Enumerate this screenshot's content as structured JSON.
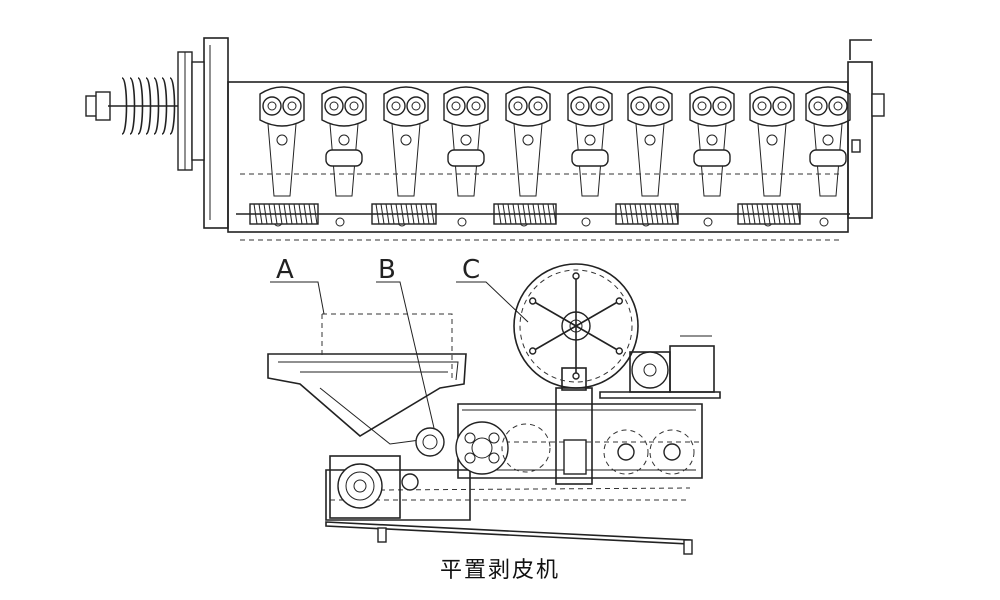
{
  "figure": {
    "labels": [
      "A",
      "B",
      "C"
    ],
    "caption": "平置剥皮机"
  }
}
